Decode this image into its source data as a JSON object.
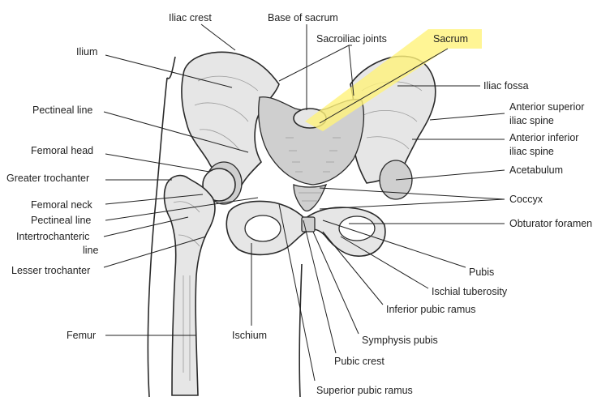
{
  "highlight_color": "#fff27a",
  "labels": {
    "iliac_crest": "Iliac crest",
    "base_of_sacrum": "Base of sacrum",
    "sacroiliac_joints": "Sacroiliac joints",
    "sacrum": "Sacrum",
    "ilium": "Ilium",
    "iliac_fossa": "Iliac fossa",
    "pectineal_line_upper": "Pectineal line",
    "anterior_superior_1": "Anterior superior",
    "anterior_superior_2": "iliac spine",
    "anterior_inferior_1": "Anterior inferior",
    "anterior_inferior_2": "iliac spine",
    "femoral_head": "Femoral head",
    "acetabulum": "Acetabulum",
    "greater_trochanter": "Greater trochanter",
    "coccyx": "Coccyx",
    "femoral_neck": "Femoral neck",
    "pectineal_line_lower": "Pectineal line",
    "obturator_foramen": "Obturator foramen",
    "intertrochanteric_1": "Intertrochanteric",
    "intertrochanteric_2": "line",
    "lesser_trochanter": "Lesser trochanter",
    "pubis": "Pubis",
    "ischial_tuberosity": "Ischial tuberosity",
    "inferior_pubic_ramus": "Inferior pubic ramus",
    "femur": "Femur",
    "ischium": "Ischium",
    "symphysis_pubis": "Symphysis pubis",
    "pubic_crest": "Pubic crest",
    "superior_pubic_ramus": "Superior pubic ramus"
  }
}
